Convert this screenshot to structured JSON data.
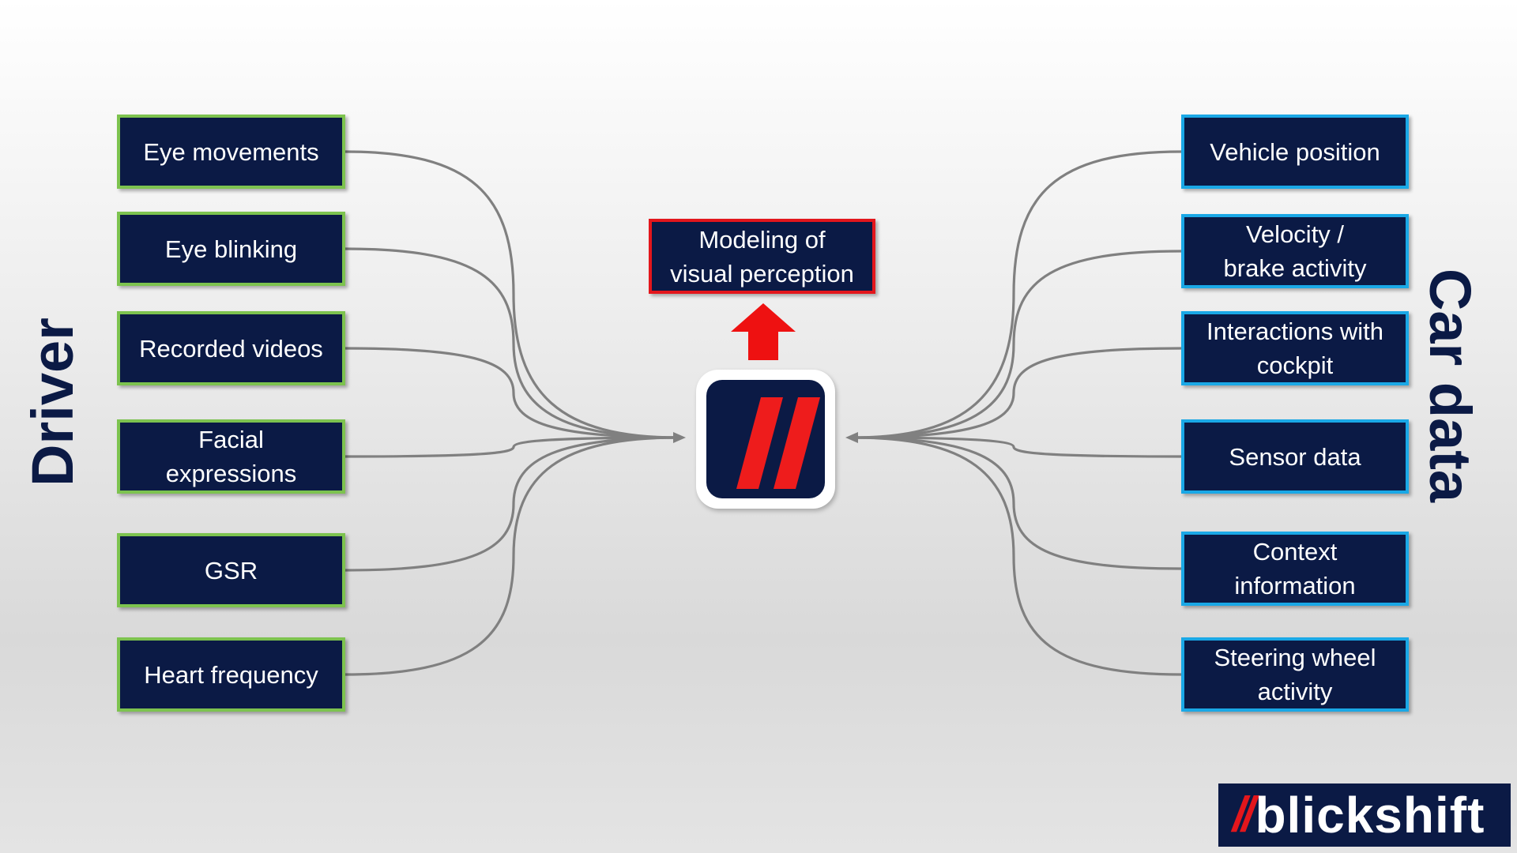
{
  "driver": {
    "label": "Driver",
    "items": [
      {
        "label": "Eye movements"
      },
      {
        "label": "Eye blinking"
      },
      {
        "label": "Recorded videos"
      },
      {
        "label": "Facial\nexpressions"
      },
      {
        "label": "GSR"
      },
      {
        "label": "Heart frequency"
      }
    ]
  },
  "car": {
    "label": "Car data",
    "items": [
      {
        "label": "Vehicle position"
      },
      {
        "label": "Velocity /\nbrake activity"
      },
      {
        "label": "Interactions with\ncockpit"
      },
      {
        "label": "Sensor data"
      },
      {
        "label": "Context\ninformation"
      },
      {
        "label": "Steering wheel\nactivity"
      }
    ]
  },
  "target": {
    "label": "Modeling of\nvisual perception"
  },
  "brand": {
    "slashes": "//",
    "name": "blickshift"
  },
  "colors": {
    "navy": "#0b1a45",
    "driver_border": "#7dc34f",
    "car_border": "#1aa8e6",
    "accent_red": "#e3161c",
    "connector": "#808080"
  },
  "icons": {
    "center": "blickshift-slashes-icon",
    "arrow": "up-arrow-icon"
  }
}
